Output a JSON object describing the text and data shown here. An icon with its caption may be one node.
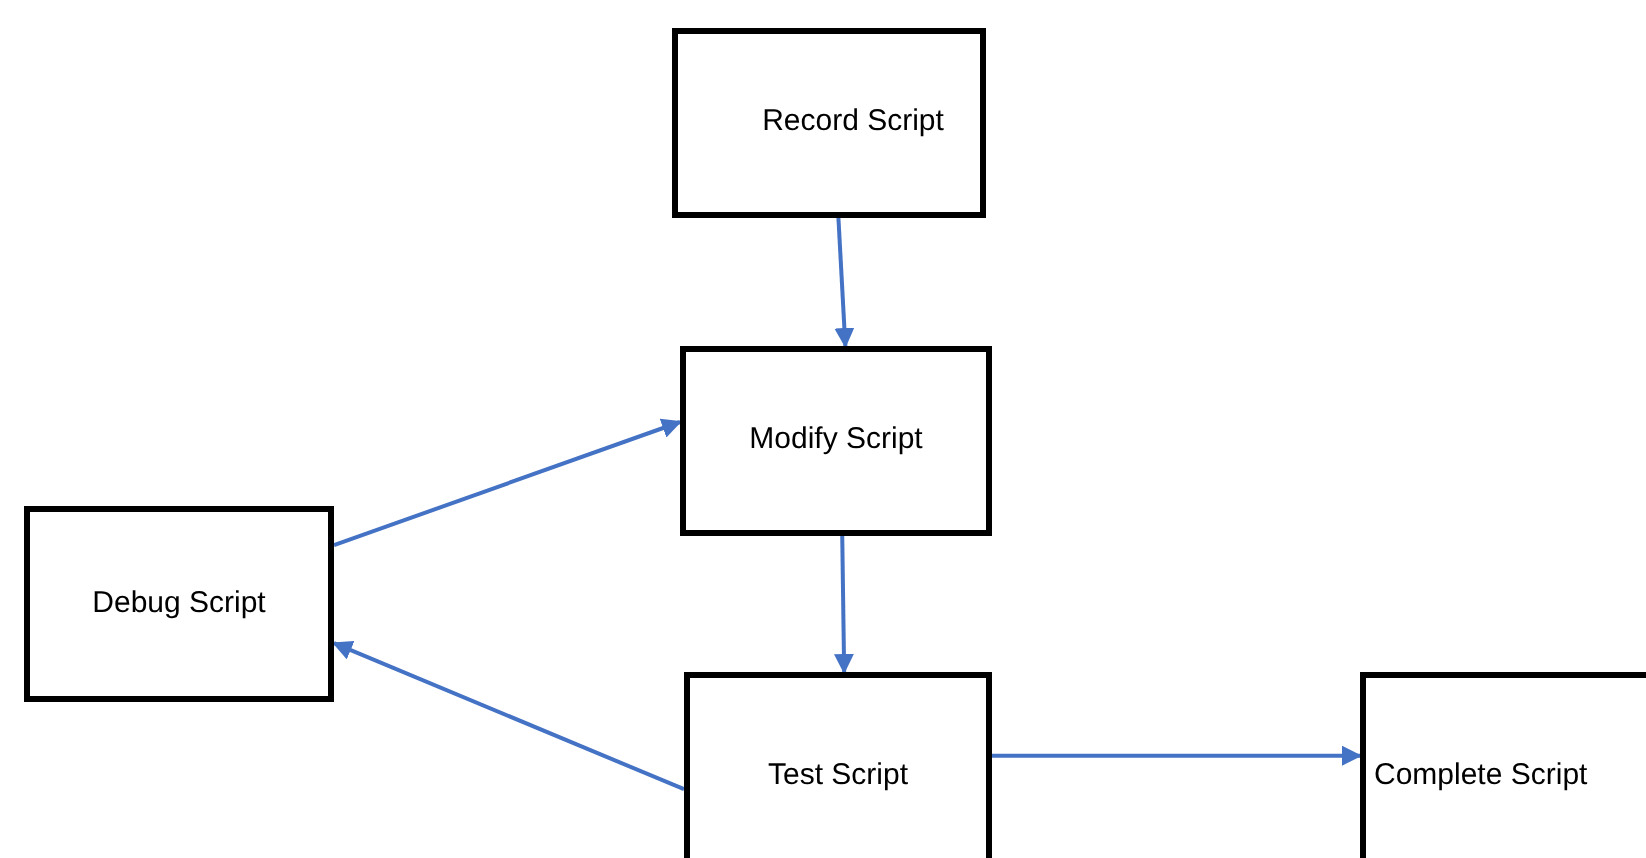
{
  "diagram": {
    "nodes": [
      {
        "text": [
          "Record Script"
        ]
      },
      {
        "text": [
          "Modify Script"
        ]
      },
      {
        "text": [
          "Debug Script"
        ]
      },
      {
        "text": [
          "Test Script"
        ]
      },
      {
        "text": [
          "Complete Script"
        ]
      }
    ],
    "edges": [
      {
        "from": 0,
        "to": 1,
        "arrow": "to"
      },
      {
        "from": 1,
        "to": 3,
        "arrow": "to"
      },
      {
        "from": 2,
        "to": 1,
        "arrow": "to"
      },
      {
        "from": 3,
        "to": 2,
        "arrow": "to"
      },
      {
        "from": 3,
        "to": 4,
        "arrow": "to"
      }
    ]
  }
}
